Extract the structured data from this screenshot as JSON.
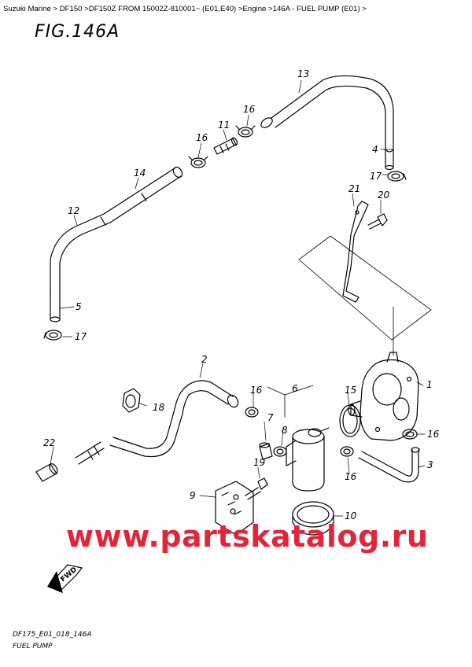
{
  "breadcrumb": "Suzuki Marine > DF150 >DF150Z FROM 15002Z-810001~ (E01,E40) >Engine >146A - FUEL PUMP (E01) >",
  "figure_title": "FIG.146A",
  "callouts": {
    "c1": "1",
    "c2": "2",
    "c3": "3",
    "c4": "4",
    "c5": "5",
    "c6": "6",
    "c7": "7",
    "c8": "8",
    "c9": "9",
    "c10": "10",
    "c11": "11",
    "c12": "12",
    "c13": "13",
    "c14": "14",
    "c15": "15",
    "c16a": "16",
    "c16b": "16",
    "c16c": "16",
    "c16d": "16",
    "c16e": "16",
    "c17a": "17",
    "c17b": "17",
    "c18": "18",
    "c19": "19",
    "c20": "20",
    "c21": "21",
    "c22": "22"
  },
  "fwd_label": "FWD",
  "watermark": "www.partskatalog.ru",
  "footer": {
    "code": "DF175_E01_018_146A",
    "name": "FUEL PUMP"
  }
}
